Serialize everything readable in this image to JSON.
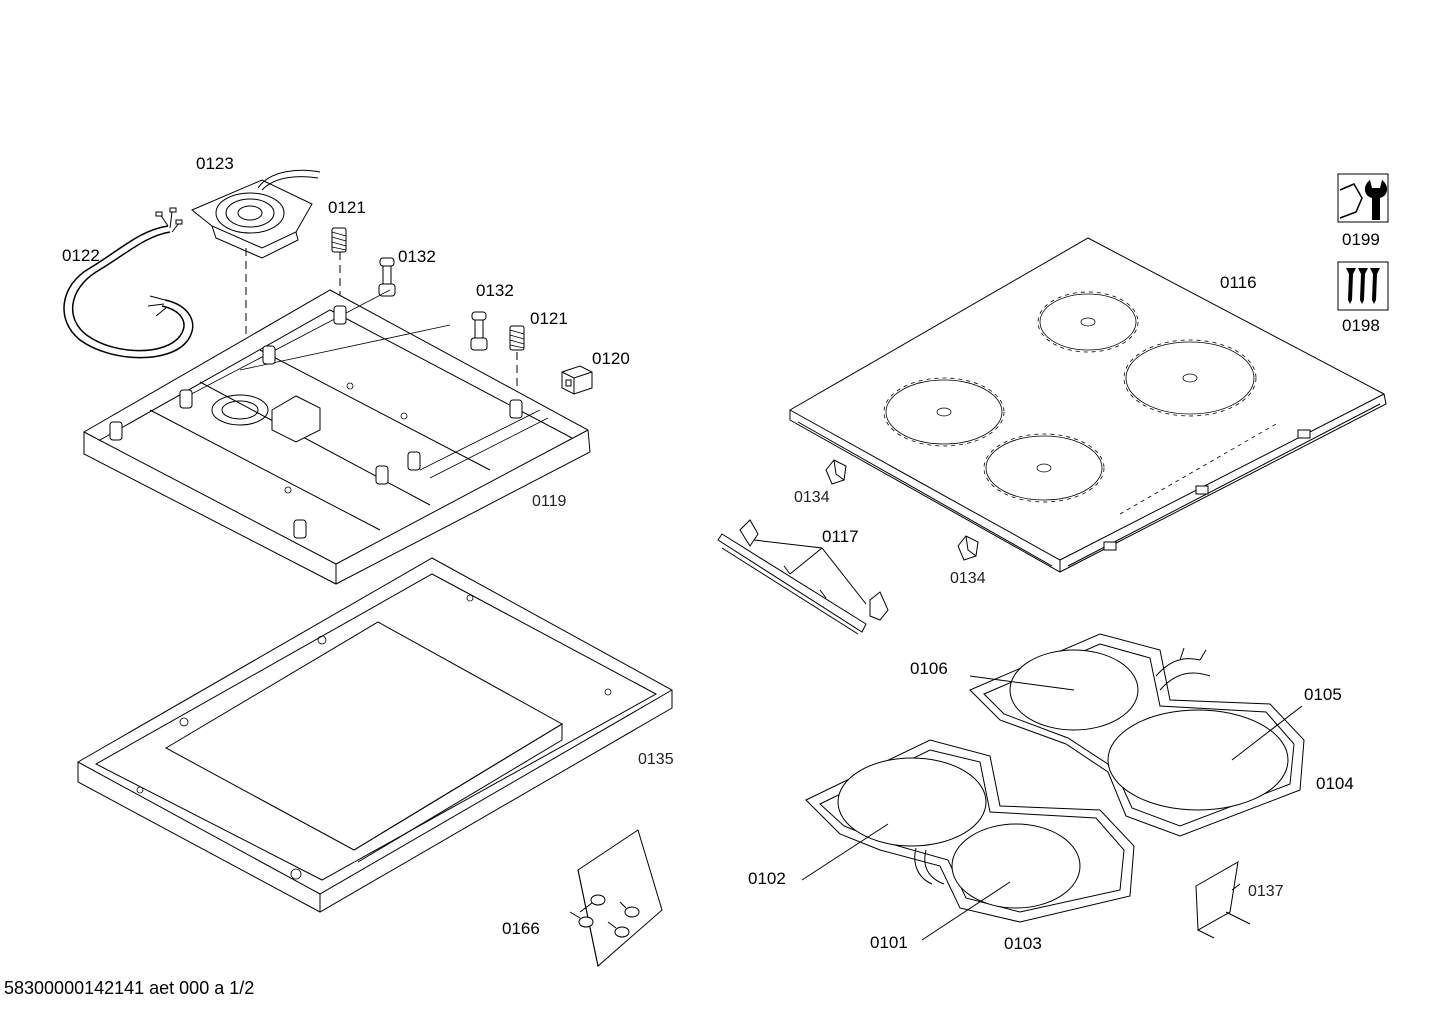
{
  "document": {
    "footer_code": "58300000142141 aet 000 a 1/2"
  },
  "labels": {
    "p0123": "0123",
    "p0121a": "0121",
    "p0122": "0122",
    "p0132a": "0132",
    "p0132b": "0132",
    "p0121b": "0121",
    "p0120": "0120",
    "p0119": "0119",
    "p0135": "0135",
    "p0166": "0166",
    "p0116": "0116",
    "p0134a": "0134",
    "p0134b": "0134",
    "p0117": "0117",
    "p0106": "0106",
    "p0105": "0105",
    "p0104": "0104",
    "p0102": "0102",
    "p0101": "0101",
    "p0103": "0103",
    "p0137": "0137",
    "p0199": "0199",
    "p0198": "0198"
  },
  "icons": {
    "tool_kit": "wrench-icon",
    "screw_set": "screws-icon"
  }
}
